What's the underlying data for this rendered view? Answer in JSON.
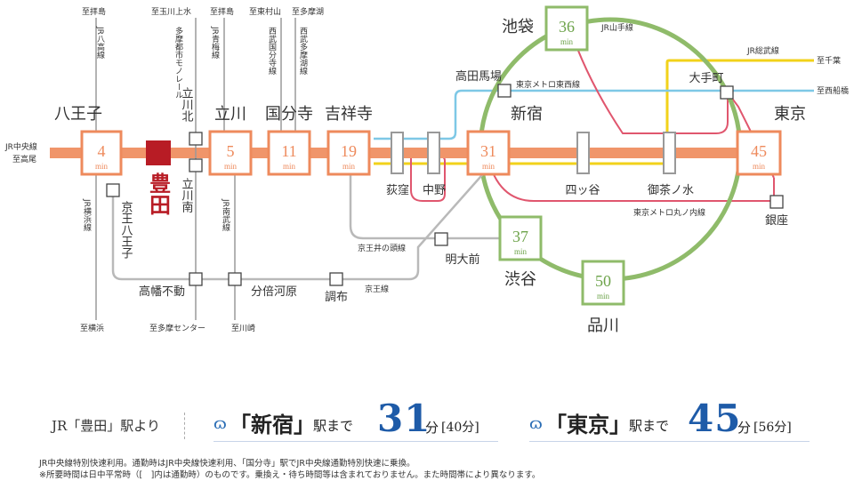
{
  "colors": {
    "chuo": "#f0956a",
    "chuo_box": "#ee8a5c",
    "yamanote": "#8fbb6a",
    "sobu": "#f2d21a",
    "tozai": "#7ec8e6",
    "marunouchi": "#e0566e",
    "keio": "#b9b9b9",
    "grey_line": "#9a9a9a",
    "highlight": "#b81c25",
    "minutes_blue": "#1e5ba8"
  },
  "chuo_line": {
    "label_line1": "JR中央線",
    "label_line2": "至高尾"
  },
  "main_stations": [
    {
      "id": "hachioji",
      "name": "八王子",
      "mins": "4",
      "unit": "min"
    },
    {
      "id": "tachikawa",
      "name": "立川",
      "mins": "5",
      "unit": "min"
    },
    {
      "id": "kokubunji",
      "name": "国分寺",
      "mins": "11",
      "unit": "min"
    },
    {
      "id": "kichijoji",
      "name": "吉祥寺",
      "mins": "19",
      "unit": "min"
    },
    {
      "id": "shinjuku",
      "name": "新宿",
      "mins": "31",
      "unit": "min"
    },
    {
      "id": "tokyo",
      "name": "東京",
      "mins": "45",
      "unit": "min"
    }
  ],
  "yamanote_stations": [
    {
      "id": "ikebukuro",
      "name": "池袋",
      "mins": "36",
      "unit": "min"
    },
    {
      "id": "shibuya",
      "name": "渋谷",
      "mins": "37",
      "unit": "min"
    },
    {
      "id": "shinagawa",
      "name": "品川",
      "mins": "50",
      "unit": "min"
    }
  ],
  "home_station": {
    "name": "豊田"
  },
  "minor_stations": {
    "tachikawa_kita": "立川北",
    "tachikawa_minami": "立川南",
    "keio_hachioji": "京王八王子",
    "ogikubo": "荻窪",
    "nakano": "中野",
    "yotsuya": "四ッ谷",
    "ochanomizu": "御茶ノ水",
    "takadanobaba": "高田馬場",
    "otemachi": "大手町",
    "ginza": "銀座",
    "meidaimae": "明大前",
    "takahata_fudo": "高幡不動",
    "bubaigawara": "分倍河原",
    "chofu": "調布"
  },
  "line_labels": {
    "yamanote": "JR山手線",
    "sobu": "JR総武線",
    "tozai": "東京メトロ東西線",
    "marunouchi": "東京メトロ丸ノ内線",
    "inokashira": "京王井の頭線",
    "keio": "京王線"
  },
  "directions": {
    "to_chiba": "至千葉",
    "to_nishifunabashi": "至西船橋",
    "to_haijima_1": "至拝島",
    "to_kamikitadai": "至玉川上水",
    "to_haijima_2": "至拝島",
    "to_higashimurayama": "至東村山",
    "to_tamako": "至多摩湖",
    "to_yokohama": "至横浜",
    "to_tama_center": "至多摩センター",
    "to_kawasaki": "至川崎"
  },
  "vertical_line_labels": {
    "hachiko": "JR八高線",
    "monorail": "多摩都市モノレール",
    "ome": "JR青梅線",
    "seibu_kokubunji": "西武国分寺線",
    "seibu_tamako": "西武多摩湖線",
    "yokohama": "JR横浜線",
    "nambu": "JR南武線"
  },
  "bottom": {
    "from_label": "JR「豊田」駅より",
    "dest1": {
      "name": "「新宿」",
      "suffix": "駅まで",
      "mins": "31",
      "unit": "分",
      "peak": "[40分]"
    },
    "dest2": {
      "name": "「東京」",
      "suffix": "駅まで",
      "mins": "45",
      "unit": "分",
      "peak": "[56分]"
    },
    "wave_icon": "wave-icon"
  },
  "notes": {
    "line1": "JR中央線特別快速利用。通勤時はJR中央線快速利用、「国分寺」駅でJR中央線通勤特別快速に乗換。",
    "line2": "※所要時間は日中平常時（[　]内は通勤時）のものです。乗換え・待ち時間等は含まれておりません。また時間帯により異なります。"
  }
}
